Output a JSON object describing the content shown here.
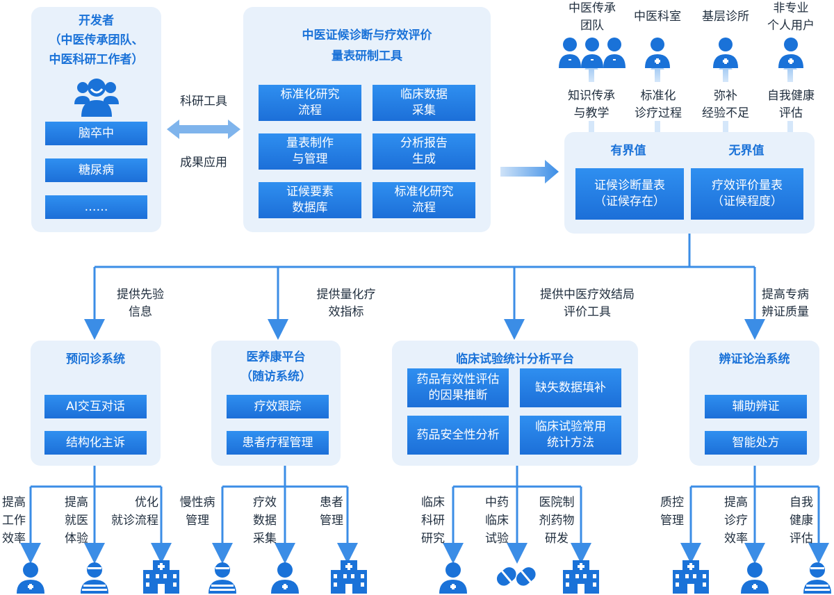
{
  "developer": {
    "title": "开发者\n（中医传承团队、\n中医科研工作者）",
    "items": [
      "脑卒中",
      "糖尿病",
      "……"
    ]
  },
  "tool": {
    "title": "中医证候诊断与疗效评价\n量表研制工具",
    "items": [
      "标准化研究\n流程",
      "临床数据\n采集",
      "量表制作\n与管理",
      "分析报告\n生成",
      "证候要素\n数据库",
      "标准化研究\n流程"
    ]
  },
  "arrow_labels": {
    "top": "科研工具",
    "bottom": "成果应用"
  },
  "users": [
    {
      "name": "中医传承\n团队",
      "benefit": "知识传承\n与教学"
    },
    {
      "name": "中医科室",
      "benefit": "标准化\n诊疗过程"
    },
    {
      "name": "基层诊所",
      "benefit": "弥补\n经验不足"
    },
    {
      "name": "非专业\n个人用户",
      "benefit": "自我健康\n评估"
    }
  ],
  "scales": {
    "headers": [
      "有界值",
      "无界值"
    ],
    "items": [
      "证候诊断量表\n（证候存在）",
      "疗效评价量表\n（证候程度）"
    ]
  },
  "branch_labels": [
    "提供先验\n信息",
    "提供量化疗\n效指标",
    "提供中医疗效结局\n评价工具",
    "提高专病\n辨证质量"
  ],
  "systems": [
    {
      "title": "预问诊系统",
      "items": [
        "AI交互对话",
        "结构化主诉"
      ]
    },
    {
      "title": "医养康平台\n（随访系统）",
      "items": [
        "疗效跟踪",
        "患者疗程管理"
      ]
    },
    {
      "title": "临床试验统计分析平台",
      "items": [
        "药品有效性评估\n的因果推断",
        "缺失数据填补",
        "药品安全性分析",
        "临床试验常用\n统计方法"
      ]
    },
    {
      "title": "辨证论治系统",
      "items": [
        "辅助辨证",
        "智能处方"
      ]
    }
  ],
  "outcomes": [
    [
      "提高\n工作\n效率",
      "提高\n就医\n体验",
      "优化\n就诊流程"
    ],
    [
      "慢性病\n管理",
      "疗效\n数据\n采集",
      "患者\n管理"
    ],
    [
      "临床\n科研\n研究",
      "中药\n临床\n试验",
      "医院制\n剂药物\n研发"
    ],
    [
      "质控\n管理",
      "提高\n诊疗\n效率",
      "自我\n健康\n评估"
    ]
  ],
  "bottom_icons": [
    "doctor-icon",
    "patient-icon",
    "hospital-icon",
    "patient-icon",
    "doctor-icon",
    "hospital-icon",
    "doctor-icon",
    "pills-icon",
    "hospital-icon",
    "hospital-icon",
    "doctor-icon",
    "patient-icon"
  ],
  "colors": {
    "accent": "#1a72d8",
    "panel": "#e8f1fb",
    "line": "#3b8de6"
  }
}
